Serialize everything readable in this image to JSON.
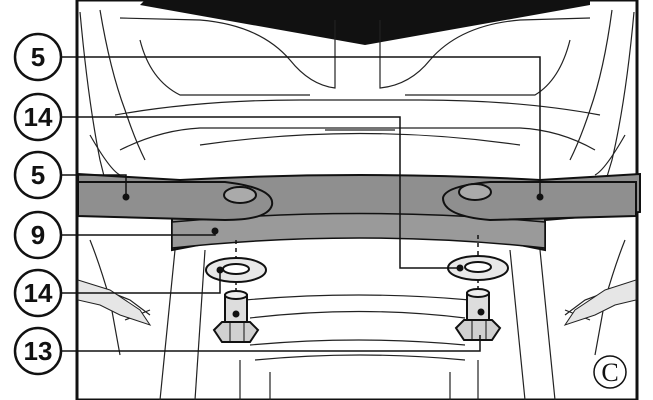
{
  "callouts": [
    {
      "id": "c1",
      "number": "5"
    },
    {
      "id": "c2",
      "number": "14"
    },
    {
      "id": "c3",
      "number": "5"
    },
    {
      "id": "c4",
      "number": "9"
    },
    {
      "id": "c5",
      "number": "14"
    },
    {
      "id": "c6",
      "number": "13"
    }
  ],
  "view_letter": "C",
  "colors": {
    "bar": "#8f8f8f",
    "line": "#111111",
    "background": "#ffffff",
    "shade": "#d0d0d0"
  }
}
